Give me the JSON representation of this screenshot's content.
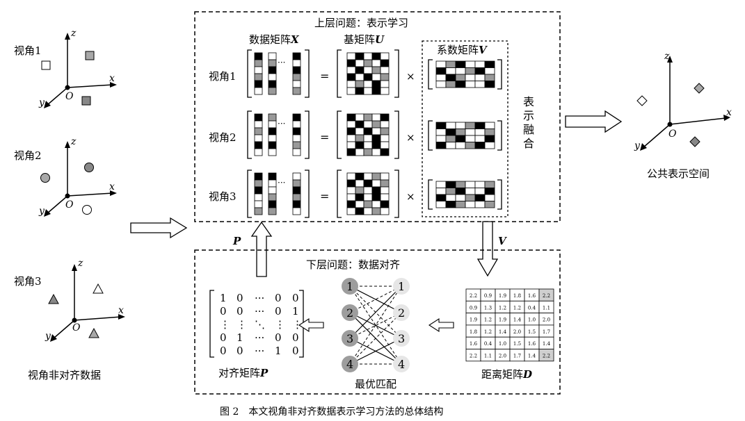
{
  "top_box": {
    "title": "上层问题：表示学习",
    "data_matrix_label": "数据矩阵",
    "data_matrix_symbol": "X",
    "base_matrix_label": "基矩阵",
    "base_matrix_symbol": "U",
    "coef_matrix_label": "系数矩阵",
    "coef_matrix_symbol": "V",
    "rows": [
      "视角1",
      "视角2",
      "视角3"
    ],
    "equals": "=",
    "times": "×",
    "dots": "···",
    "fusion_label": [
      "表",
      "示",
      "融",
      "合"
    ]
  },
  "bottom_box": {
    "title": "下层问题：数据对齐",
    "align_matrix_label": "对齐矩阵",
    "align_matrix_symbol": "P",
    "best_match_label": "最优匹配",
    "distance_matrix_label": "距离矩阵",
    "distance_matrix_symbol": "D",
    "align_matrix_rows": [
      [
        "1",
        "0",
        "···",
        "0",
        "0"
      ],
      [
        "0",
        "0",
        "···",
        "0",
        "1"
      ],
      [
        "⋮",
        "⋮",
        "⋱",
        "⋮",
        "⋮"
      ],
      [
        "0",
        "1",
        "···",
        "0",
        "0"
      ],
      [
        "0",
        "0",
        "···",
        "1",
        "0"
      ]
    ],
    "left_nodes": [
      "1",
      "2",
      "3",
      "4"
    ],
    "right_nodes": [
      "1",
      "2",
      "3",
      "4"
    ],
    "distance_matrix": [
      [
        "2.2",
        "0.9",
        "1.9",
        "1.8",
        "1.6",
        "2.2"
      ],
      [
        "0.9",
        "1.3",
        "1.2",
        "1.2",
        "0.4",
        "1.1"
      ],
      [
        "1.9",
        "1.2",
        "1.9",
        "1.4",
        "1.0",
        "2.0"
      ],
      [
        "1.8",
        "1.2",
        "1.4",
        "2.0",
        "1.5",
        "1.7"
      ],
      [
        "1.6",
        "0.4",
        "1.0",
        "1.5",
        "1.6",
        "1.4"
      ],
      [
        "2.2",
        "1.1",
        "2.0",
        "1.7",
        "1.4",
        "2.2"
      ]
    ]
  },
  "views": [
    {
      "label": "视角1",
      "marker": "square"
    },
    {
      "label": "视角2",
      "marker": "circle"
    },
    {
      "label": "视角3",
      "marker": "triangle"
    }
  ],
  "axis_labels": {
    "z": "z",
    "x": "x",
    "y": "y",
    "origin": "O"
  },
  "left_caption": "视角非对齐数据",
  "common_space_label": "公共表示空间",
  "arrow_P_label": "P",
  "arrow_V_label": "V",
  "figure_caption": "图 2　本文视角非对齐数据表示学习方法的总体结构"
}
